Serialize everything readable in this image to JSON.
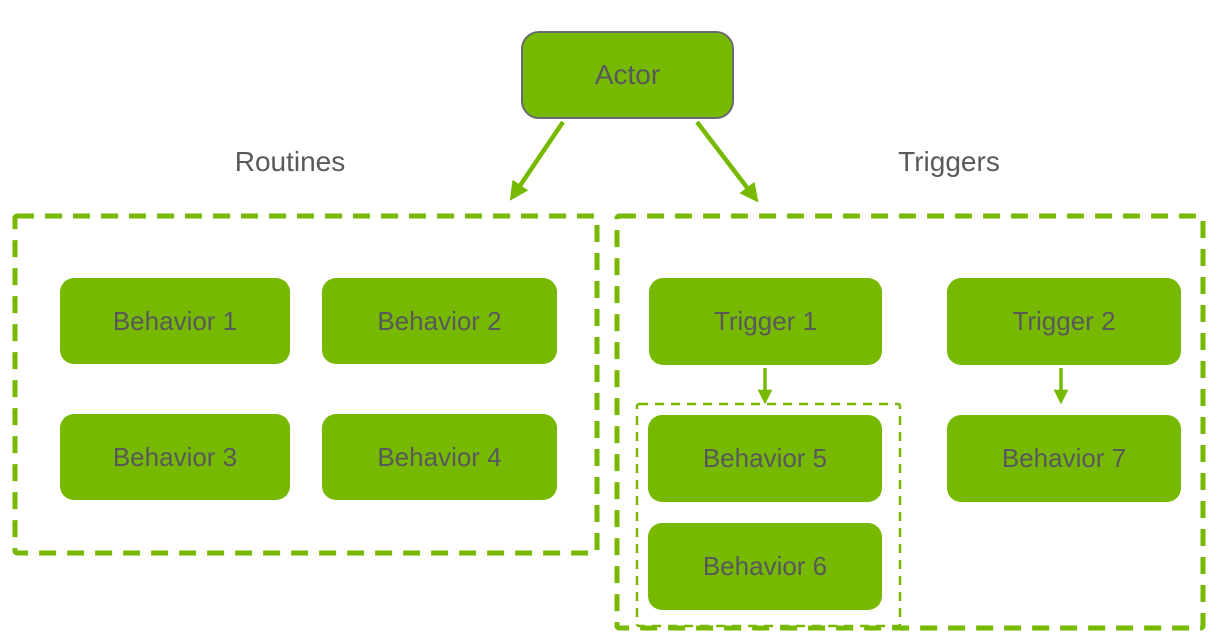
{
  "colors": {
    "node_fill": "#76b900",
    "dashed_border": "#76b900",
    "arrow": "#76b900",
    "text": "#58595b",
    "actor_border": "#6a6b6d",
    "background": "#ffffff"
  },
  "actor": {
    "label": "Actor"
  },
  "routines": {
    "label": "Routines",
    "behaviors": [
      "Behavior 1",
      "Behavior 2",
      "Behavior 3",
      "Behavior 4"
    ]
  },
  "triggers": {
    "label": "Triggers",
    "items": [
      {
        "label": "Trigger 1",
        "behaviors": [
          "Behavior 5",
          "Behavior 6"
        ]
      },
      {
        "label": "Trigger 2",
        "behaviors": [
          "Behavior 7"
        ]
      }
    ]
  },
  "edges": [
    {
      "from": "Actor",
      "to": "Routines"
    },
    {
      "from": "Actor",
      "to": "Triggers"
    },
    {
      "from": "Trigger 1",
      "to": "Behavior 5"
    },
    {
      "from": "Trigger 2",
      "to": "Behavior 7"
    }
  ]
}
